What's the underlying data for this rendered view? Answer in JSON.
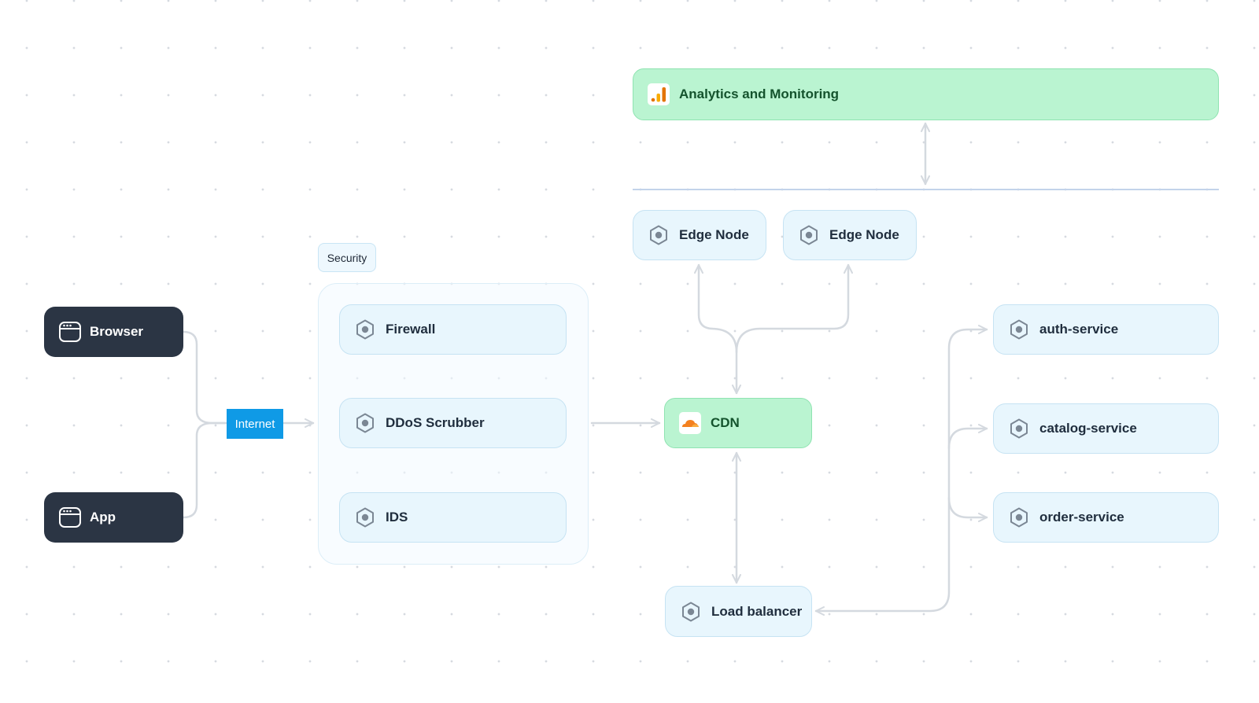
{
  "nodes": {
    "browser": "Browser",
    "app": "App",
    "internet": "Internet",
    "security_group": "Security",
    "firewall": "Firewall",
    "ddos": "DDoS Scrubber",
    "ids": "IDS",
    "cdn": "CDN",
    "load_balancer": "Load balancer",
    "edge_node_1": "Edge Node",
    "edge_node_2": "Edge Node",
    "analytics": "Analytics and Monitoring",
    "auth": "auth-service",
    "catalog": "catalog-service",
    "order": "order-service"
  },
  "colors": {
    "client_node": "#2b3544",
    "service_node": "#e8f6fd",
    "highlight_node": "#baf4d1",
    "internet": "#0f9ae6",
    "edge": "#d4d9df",
    "divider": "#c3d3ea"
  },
  "icons": {
    "client": "browser-window-icon",
    "service": "hexagon-icon",
    "cdn": "cloudflare-cloud-icon",
    "analytics": "bar-chart-icon"
  }
}
